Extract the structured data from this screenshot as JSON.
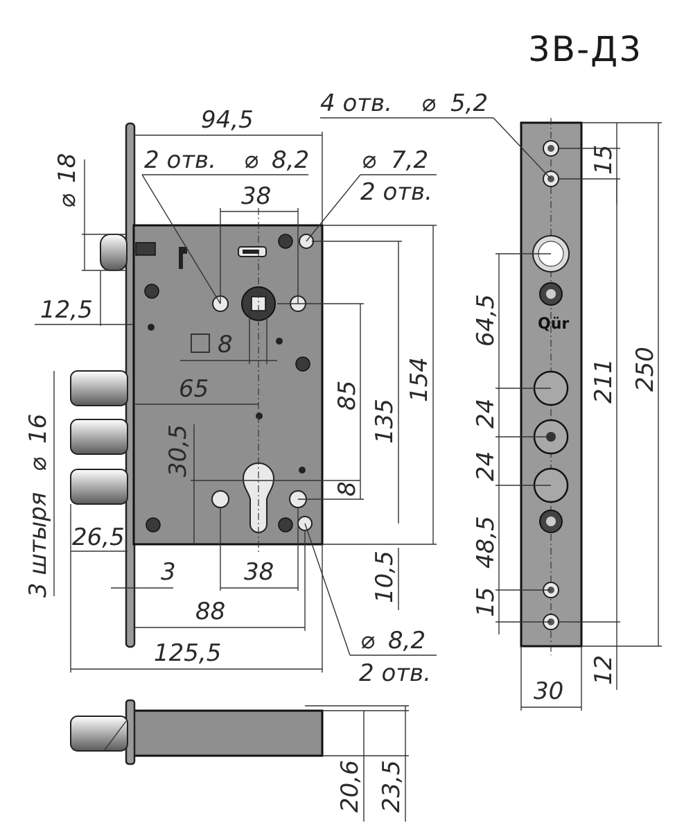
{
  "title": "3В-Д3",
  "dimensions": {
    "d94_5": "94,5",
    "holes_8_2_top": "2 отв.",
    "dia_8_2_top": "8,2",
    "dia_7_2": "7,2",
    "holes_7_2": "2 отв.",
    "d38_top": "38",
    "dia_18": "18",
    "d12_5": "12,5",
    "sq_8": "8",
    "d65": "65",
    "d85": "85",
    "d135": "135",
    "d154": "154",
    "d30_5": "30,5",
    "d8": "8",
    "pins_label": "3 штыря",
    "dia_16": "16",
    "d26_5": "26,5",
    "d3": "3",
    "d38_bottom": "38",
    "d10_5": "10,5",
    "d88": "88",
    "d125_5": "125,5",
    "dia_8_2_bottom": "8,2",
    "holes_8_2_bottom": "2 отв.",
    "holes_5_2": "4 отв.",
    "dia_5_2": "5,2",
    "d15_top": "15",
    "d64_5": "64,5",
    "d24_a": "24",
    "d24_b": "24",
    "d48_5": "48,5",
    "d15_bottom": "15",
    "d211": "211",
    "d250": "250",
    "d30": "30",
    "d12": "12",
    "d20_6": "20,6",
    "d23_5": "23,5"
  },
  "symbols": {
    "diameter": "⌀",
    "square": "□",
    "logo": "Qür"
  },
  "colors": {
    "body": "#8f8f8f",
    "line": "#111111"
  }
}
